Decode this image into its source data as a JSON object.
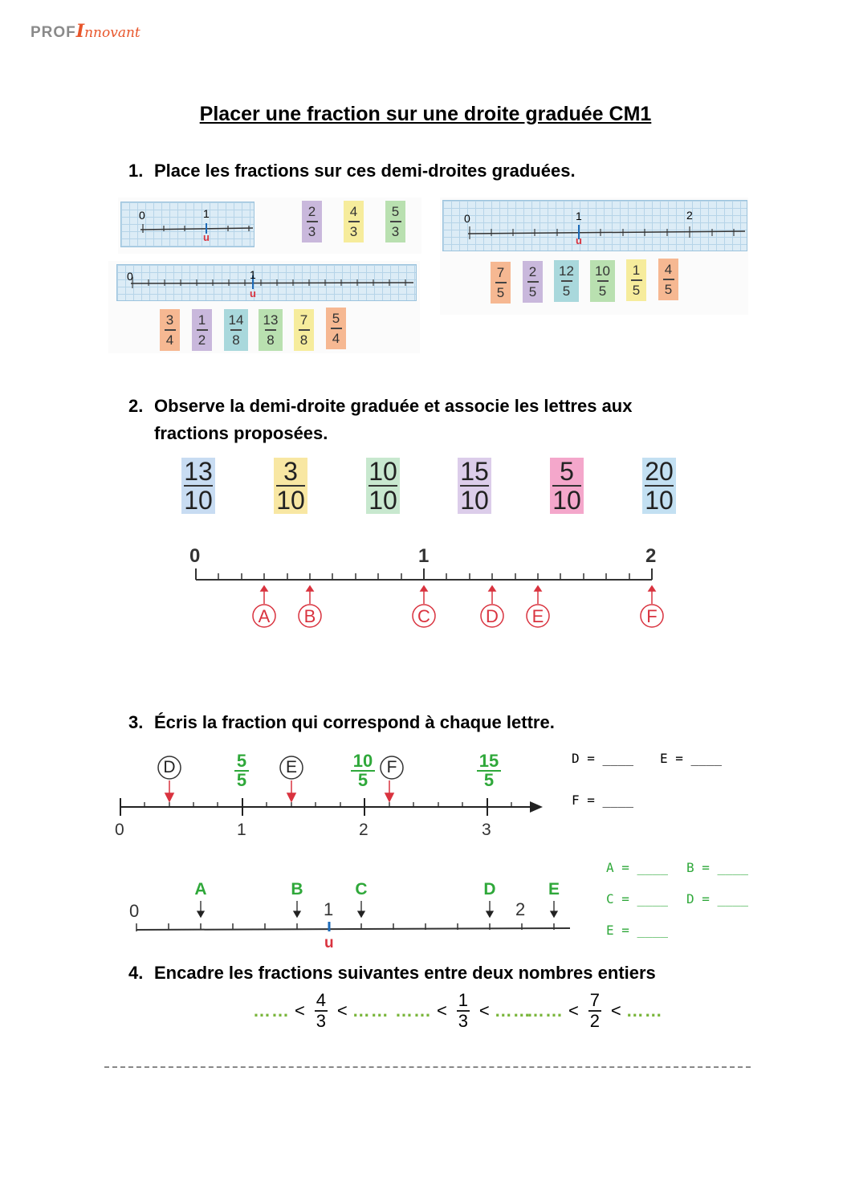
{
  "logo": {
    "prof": "PROF",
    "i": "I",
    "rest": "nnovant"
  },
  "title": "Placer une fraction sur une droite graduée CM1",
  "q1": {
    "num": "1.",
    "text": "Place les fractions sur ces demi-droites graduées.",
    "a": {
      "labels": [
        "0",
        "1"
      ],
      "unit": "u",
      "cards": [
        {
          "n": "2",
          "d": "3",
          "color": "#c9b8dc"
        },
        {
          "n": "4",
          "d": "3",
          "color": "#f6ec9c"
        },
        {
          "n": "5",
          "d": "3",
          "color": "#b9e0b0"
        }
      ]
    },
    "b": {
      "labels": [
        "0",
        "1"
      ],
      "unit": "u",
      "cards": [
        {
          "n": "3",
          "d": "4",
          "color": "#f6b892"
        },
        {
          "n": "1",
          "d": "2",
          "color": "#c9b8dc"
        },
        {
          "n": "14",
          "d": "8",
          "color": "#a9d8dc"
        },
        {
          "n": "13",
          "d": "8",
          "color": "#b9e0b0"
        },
        {
          "n": "7",
          "d": "8",
          "color": "#f6ec9c"
        },
        {
          "n": "5",
          "d": "4",
          "color": "#f6b892"
        }
      ]
    },
    "c": {
      "labels": [
        "0",
        "1",
        "2"
      ],
      "unit": "u",
      "cards": [
        {
          "n": "7",
          "d": "5",
          "color": "#f6b892"
        },
        {
          "n": "2",
          "d": "5",
          "color": "#c9b8dc"
        },
        {
          "n": "12",
          "d": "5",
          "color": "#a9d8dc"
        },
        {
          "n": "10",
          "d": "5",
          "color": "#b9e0b0"
        },
        {
          "n": "1",
          "d": "5",
          "color": "#f6ec9c"
        },
        {
          "n": "4",
          "d": "5",
          "color": "#f6b892"
        }
      ]
    }
  },
  "q2": {
    "num": "2.",
    "line1": "Observe la demi-droite graduée et associe les lettres aux",
    "line2": "fractions proposées.",
    "cards": [
      {
        "n": "13",
        "d": "10",
        "color": "#c8dcf2"
      },
      {
        "n": "3",
        "d": "10",
        "color": "#f8e7a3"
      },
      {
        "n": "10",
        "d": "10",
        "color": "#c8e8cf"
      },
      {
        "n": "15",
        "d": "10",
        "color": "#dccdea"
      },
      {
        "n": "5",
        "d": "10",
        "color": "#f4a7cb"
      },
      {
        "n": "20",
        "d": "10",
        "color": "#c3e0f2"
      }
    ],
    "labels": [
      "0",
      "1",
      "2"
    ],
    "letters": [
      "A",
      "B",
      "C",
      "D",
      "E",
      "F"
    ]
  },
  "q3": {
    "num": "3.",
    "text": "Écris la fraction qui correspond à chaque lettre.",
    "line1": {
      "labels": [
        "0",
        "1",
        "2",
        "3"
      ],
      "letters": [
        "D",
        "E",
        "F"
      ],
      "fracs": [
        {
          "n": "5",
          "d": "5"
        },
        {
          "n": "10",
          "d": "5"
        },
        {
          "n": "15",
          "d": "5"
        }
      ]
    },
    "answers1": [
      "D = ____",
      "E = ____",
      "F = ____"
    ],
    "line2": {
      "labels": [
        "0",
        "1",
        "2"
      ],
      "unit": "u",
      "letters": [
        "A",
        "B",
        "C",
        "D",
        "E"
      ]
    },
    "answers2": [
      "A = ____",
      "B = ____",
      "C = ____",
      "D = ____",
      "E = ____"
    ]
  },
  "q4": {
    "num": "4.",
    "text": "Encadre les fractions suivantes entre deux nombres entiers",
    "dots": "…",
    "lt": "<",
    "fracs": [
      {
        "n": "4",
        "d": "3"
      },
      {
        "n": "1",
        "d": "3"
      },
      {
        "n": "7",
        "d": "2"
      }
    ]
  },
  "colors": {
    "red": "#d9333f",
    "green": "#2fa83a",
    "blue": "#1e6bb8"
  }
}
